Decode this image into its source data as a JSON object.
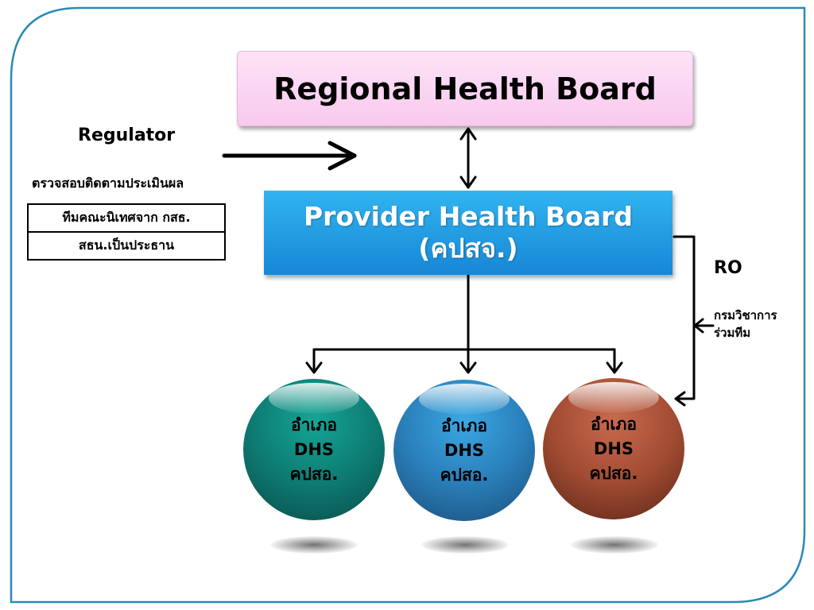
{
  "regional_board": {
    "label": "Regional Health Board"
  },
  "provider_board": {
    "line1": "Provider Health Board",
    "line2": "(คปสจ.)"
  },
  "regulator": {
    "label": "Regulator",
    "role": "ตรวจสอบติดตามประเมินผล",
    "team_row1": "ทีมคณะนิเทศจาก กสธ.",
    "team_row2": "สธน.เป็นประธาน"
  },
  "ro": {
    "label": "RO",
    "note_line1": "กรมวิชาการ",
    "note_line2": "ร่วมทีม"
  },
  "districts": [
    {
      "line1": "อำเภอ",
      "line2": "DHS",
      "line3": "คปสอ.",
      "color": "#0e7c73"
    },
    {
      "line1": "อำเภอ",
      "line2": "DHS",
      "line3": "คปสอ.",
      "color": "#2a7fba"
    },
    {
      "line1": "อำเภอ",
      "line2": "DHS",
      "line3": "คปสอ.",
      "color": "#a34c33"
    }
  ],
  "colors": {
    "frame": "#2a8ab8",
    "regional_fill": "#f9d3f1",
    "provider_fill": "#1e9be0"
  }
}
